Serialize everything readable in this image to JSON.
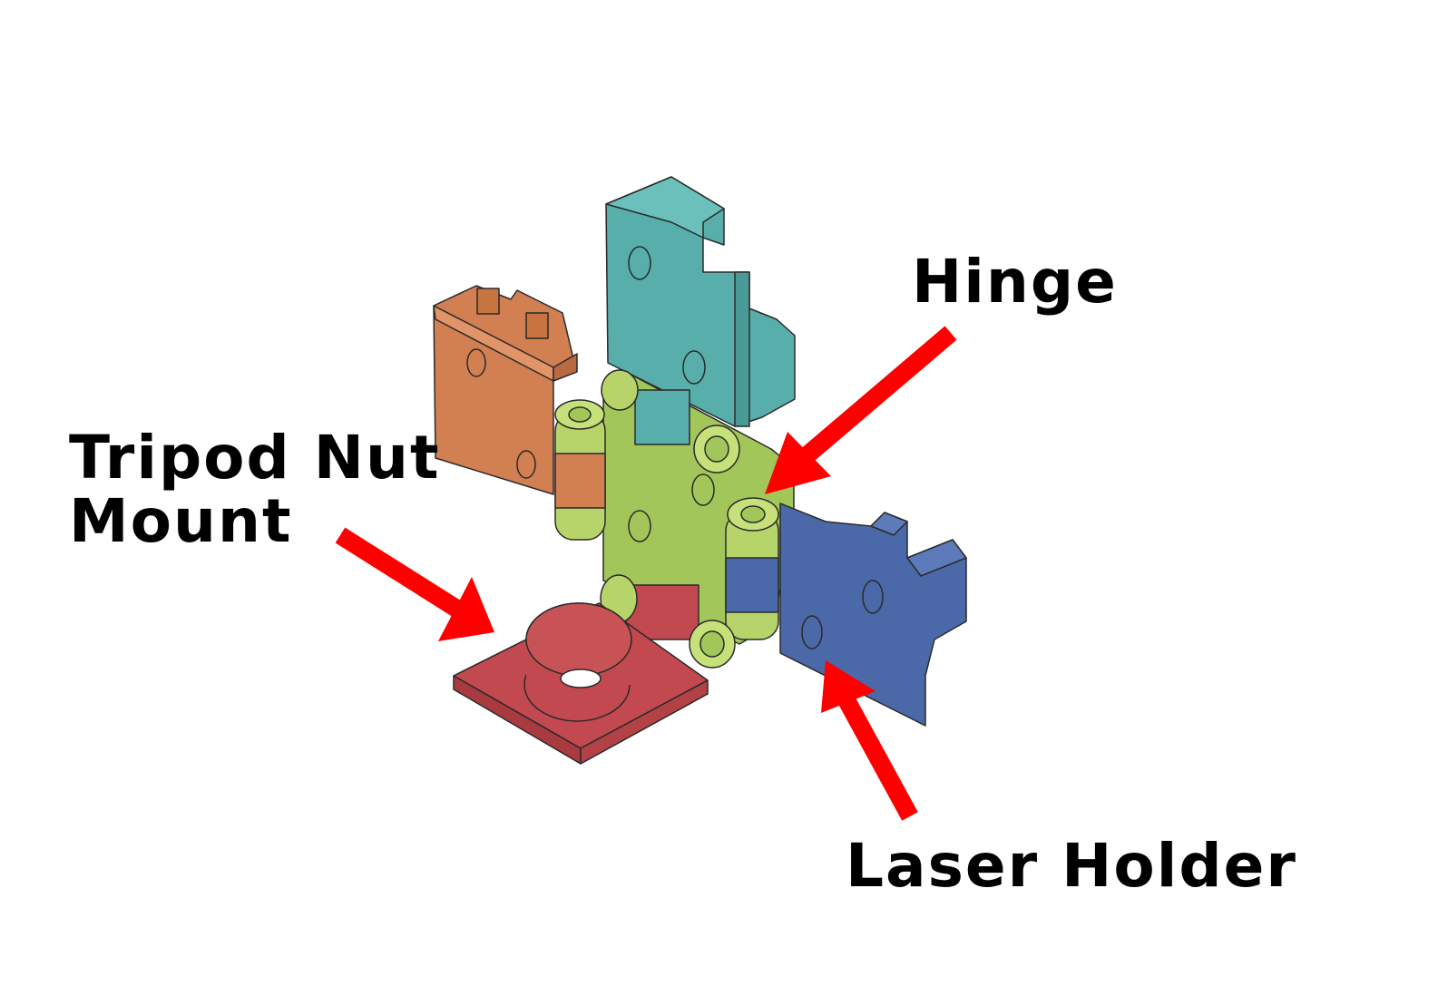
{
  "labels": {
    "hinge": "Hinge",
    "tripod_line1": "Tripod Nut",
    "tripod_line2": "Mount",
    "laser": "Laser Holder"
  },
  "colors": {
    "background": "#ffffff",
    "arrow": "#ff0000",
    "text": "#000000",
    "orange_part": "#d27f52",
    "teal_part": "#58aeaa",
    "green_hinge": "#a2c65a",
    "blue_part": "#4b68a8",
    "red_part": "#c2494f"
  },
  "parts": [
    {
      "name": "orange-part",
      "color_key": "orange_part"
    },
    {
      "name": "teal-part",
      "color_key": "teal_part"
    },
    {
      "name": "green-hinge",
      "color_key": "green_hinge"
    },
    {
      "name": "blue-laser-holder",
      "color_key": "blue_part"
    },
    {
      "name": "red-tripod-mount",
      "color_key": "red_part"
    }
  ]
}
